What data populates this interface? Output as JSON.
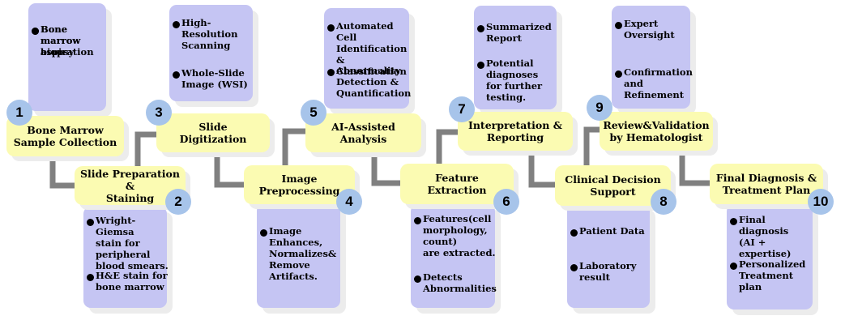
{
  "theme": {
    "step_fill": "#fbfbb2",
    "detail_fill": "#c5c5f3",
    "badge_fill": "#a7c4ea",
    "connector_color": "#808080"
  },
  "steps": [
    {
      "number": "1",
      "title": "Bone Marrow\nSample Collection",
      "details": [
        "Bone marrow\naspiration",
        "Bone marrow\nbiopsy"
      ]
    },
    {
      "number": "2",
      "title": "Slide Preparation &\nStaining",
      "details": [
        "Wright-Giemsa\nstain for\nperipheral\nblood smears.",
        "H&E stain for\nbone marrow"
      ]
    },
    {
      "number": "3",
      "title": "Slide\nDigitization",
      "details": [
        "High-\nResolution\nScanning",
        "Whole-Slide\nImage (WSI)"
      ]
    },
    {
      "number": "4",
      "title": "Image\nPreprocessing",
      "details": [
        "Image\nEnhances,\nNormalizes&\nRemove\nArtifacts."
      ]
    },
    {
      "number": "5",
      "title": "AI-Assisted\nAnalysis",
      "details": [
        "Automated Cell\nIdentification &\nClassification",
        "Abnormality\nDetection &\nQuantification"
      ]
    },
    {
      "number": "6",
      "title": "Feature\nExtraction",
      "details": [
        "Features(cell\nmorphology,\ncount)\nare extracted.",
        "Detects\nAbnormalities"
      ]
    },
    {
      "number": "7",
      "title": "Interpretation &\nReporting",
      "details": [
        "Summarized\nReport",
        "Potential\ndiagnoses\nfor further\ntesting."
      ]
    },
    {
      "number": "8",
      "title": "Clinical Decision\nSupport",
      "details": [
        "Patient Data",
        "Laboratory\nresult"
      ]
    },
    {
      "number": "9",
      "title": "Review&Validation\nby Hematologist",
      "details": [
        "Expert\nOversight",
        "Confirmation\nand Refinement"
      ]
    },
    {
      "number": "10",
      "title": "Final Diagnosis &\nTreatment Plan",
      "details": [
        "Final diagnosis\n(AI + expertise)",
        "Personalized\nTreatment plan"
      ]
    }
  ]
}
